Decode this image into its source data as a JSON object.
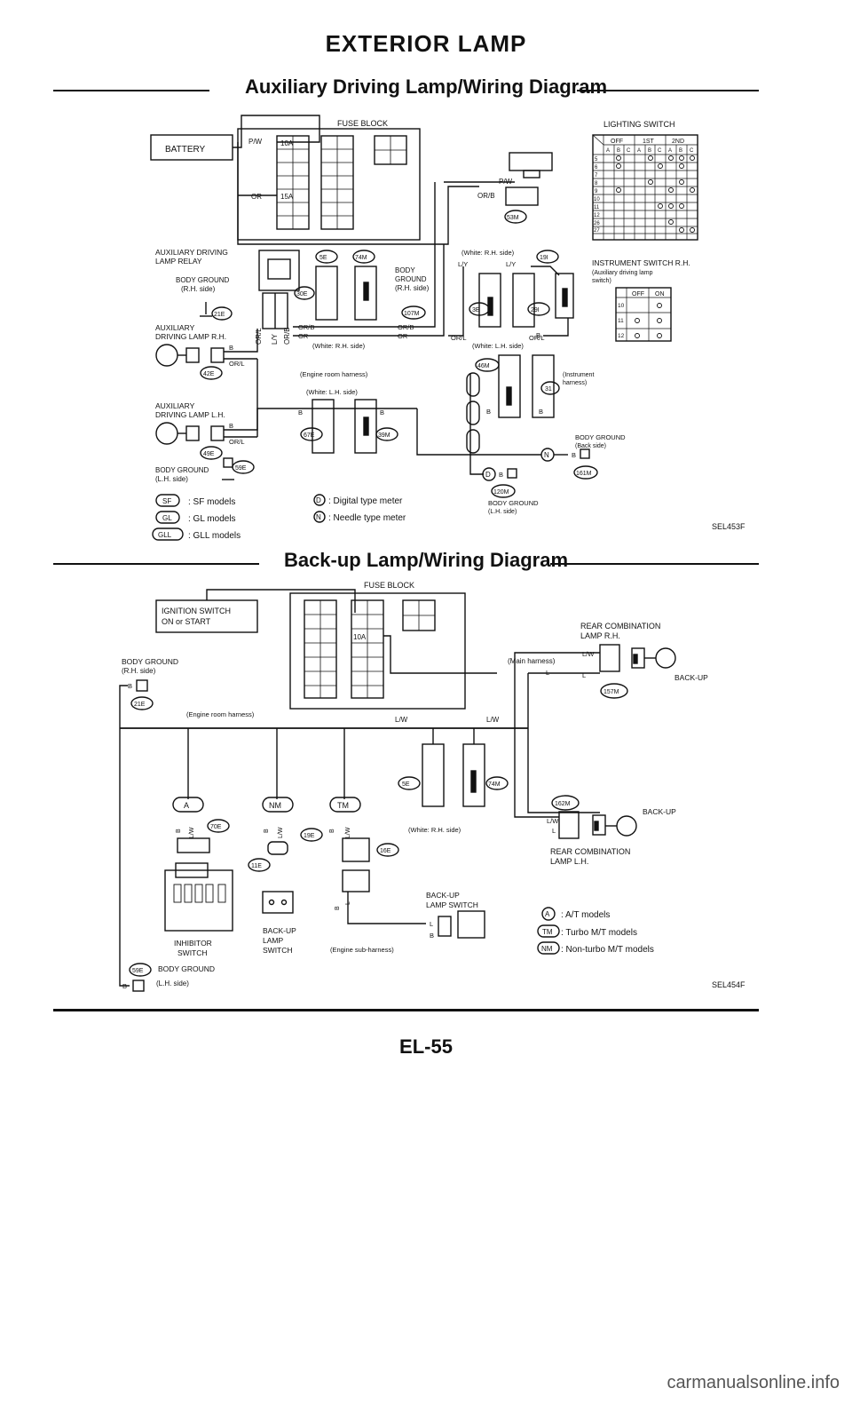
{
  "page": {
    "title": "EXTERIOR LAMP",
    "page_number": "EL-55",
    "watermark": "carmanualsonline.info"
  },
  "aux_diagram": {
    "title": "Auxiliary Driving Lamp/Wiring Diagram",
    "code": "SEL453F",
    "fuse_block": "FUSE BLOCK",
    "battery": "BATTERY",
    "fuse_10a": "10A",
    "fuse_15a": "15A",
    "wire_pw": "P/W",
    "wire_or": "OR",
    "wire_orb": "OR/B",
    "wire_ly": "L/Y",
    "wire_orl": "OR/L",
    "wire_b": "B",
    "wire_n": "N",
    "wire_d": "D",
    "lighting_switch": "LIGHTING SWITCH",
    "ls_header": [
      "OFF",
      "1ST",
      "2ND"
    ],
    "ls_sub": [
      "A",
      "B",
      "C",
      "A",
      "B",
      "C",
      "A",
      "B",
      "C"
    ],
    "ls_rows": [
      "5",
      "6",
      "7",
      "8",
      "9",
      "10",
      "11",
      "12",
      "26",
      "27"
    ],
    "aux_relay": [
      "AUXILIARY DRIVING",
      "LAMP RELAY"
    ],
    "body_ground_rh": [
      "BODY GROUND",
      "(R.H. side)"
    ],
    "body_ground_rh2": [
      "BODY",
      "GROUND",
      "(R.H. side)"
    ],
    "aux_lamp_rh": [
      "AUXILIARY",
      "DRIVING LAMP R.H."
    ],
    "aux_lamp_lh": [
      "AUXILIARY",
      "DRIVING LAMP L.H."
    ],
    "body_ground_lh": [
      "BODY GROUND",
      "(L.H. side)"
    ],
    "body_ground_back": [
      "BODY GROUND",
      "(Back side)"
    ],
    "body_ground_lh2": [
      "BODY GROUND",
      "(L.H. side)"
    ],
    "engine_room_harness": "(Engine room harness)",
    "white_rh": "(White: R.H. side)",
    "white_lh": "(White: L.H. side)",
    "instrument_harness": [
      "(Instrument",
      "harness)"
    ],
    "inst_switch": [
      "INSTRUMENT SWITCH R.H.",
      "(Auxiliary driving lamp",
      "switch)"
    ],
    "inst_table": {
      "header": [
        "OFF",
        "ON"
      ],
      "rows": [
        "10",
        "11",
        "12"
      ]
    },
    "connectors": [
      "5E",
      "74M",
      "30E",
      "21E",
      "42E",
      "49E",
      "59E",
      "67E",
      "39M",
      "107M",
      "19I",
      "3E",
      "29I",
      "46M",
      "31",
      "120M",
      "161M",
      "53M"
    ],
    "legend": [
      {
        "code": "SF",
        "text": ": SF models"
      },
      {
        "code": "GL",
        "text": ": GL models"
      },
      {
        "code": "GLL",
        "text": ": GLL models"
      }
    ],
    "legend_meter": [
      {
        "code": "D",
        "text": ": Digital type meter"
      },
      {
        "code": "N",
        "text": ": Needle type meter"
      }
    ]
  },
  "backup_diagram": {
    "title": "Back-up Lamp/Wiring Diagram",
    "code": "SEL454F",
    "ignition": [
      "IGNITION SWITCH",
      "ON or START"
    ],
    "fuse_block": "FUSE BLOCK",
    "fuse_10a": "10A",
    "body_ground_rh": [
      "BODY GROUND",
      "(R.H. side)"
    ],
    "engine_room_harness": "(Engine room harness)",
    "main_harness": "(Main harness)",
    "rear_rh": [
      "REAR COMBINATION",
      "LAMP R.H."
    ],
    "rear_lh": [
      "REAR COMBINATION",
      "LAMP L.H."
    ],
    "back_up": "BACK-UP",
    "wire_lw": "L/W",
    "wire_l": "L",
    "wire_b": "B",
    "white_rh": "(White: R.H. side)",
    "connectors": [
      "5E",
      "74M",
      "157M",
      "162M",
      "70E",
      "19E",
      "16E",
      "11E",
      "21E",
      "59E"
    ],
    "tags": [
      "A",
      "NM",
      "TM"
    ],
    "backup_switch": [
      "BACK-UP",
      "LAMP SWITCH"
    ],
    "backup_switch2": [
      "BACK-UP",
      "LAMP",
      "SWITCH"
    ],
    "inhibitor": [
      "INHIBITOR",
      "SWITCH"
    ],
    "engine_sub": "(Engine sub-harness)",
    "body_ground_lh": [
      "BODY GROUND",
      "(L.H. side)"
    ],
    "legend": [
      {
        "code": "A",
        "text": ": A/T models"
      },
      {
        "code": "TM",
        "text": ": Turbo M/T models"
      },
      {
        "code": "NM",
        "text": ": Non-turbo M/T models"
      }
    ]
  }
}
